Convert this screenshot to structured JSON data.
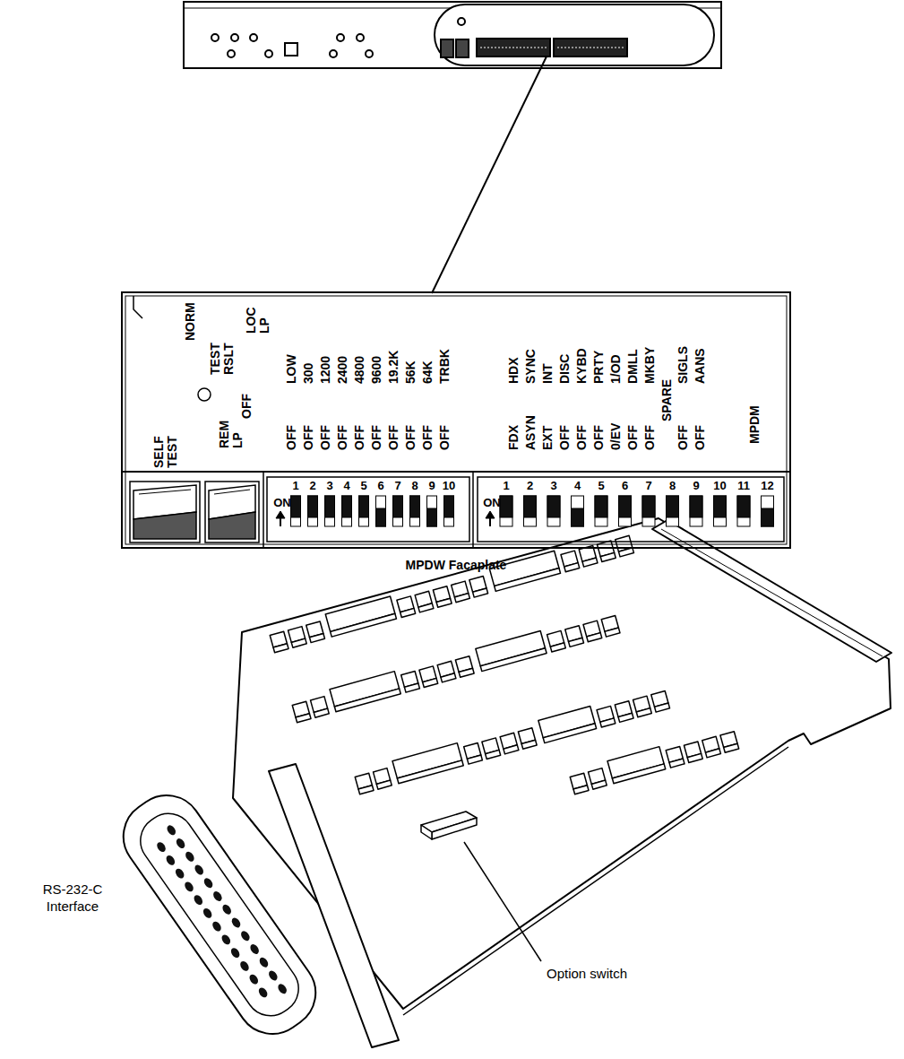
{
  "diagram": {
    "nodes": [
      {
        "text": [
          "NORM",
          "SELF TEST",
          "TEST RSLT",
          "REM LP",
          "OFF",
          "LOC LP",
          "LOW",
          "300",
          "1200",
          "2400",
          "4800",
          "9600",
          "19.2K",
          "56K",
          "64K",
          "TRBK",
          "OFF",
          "OFF",
          "OFF",
          "OFF",
          "OFF",
          "OFF",
          "OFF",
          "OFF",
          "OFF",
          "OFF",
          "HDX",
          "SYNC",
          "INT",
          "DISC",
          "KYBD",
          "PRTY",
          "1/OD",
          "DMLL",
          "MKBY",
          "SIGLS",
          "AANS",
          "FDX",
          "ASYN",
          "EXT",
          "OFF",
          "OFF",
          "OFF",
          "0/EV",
          "OFF",
          "OFF",
          "SPARE",
          "OFF",
          "OFF",
          "MPDM",
          "ON",
          "1",
          "2",
          "3",
          "4",
          "5",
          "6",
          "7",
          "8",
          "9",
          "10",
          "ON",
          "1",
          "2",
          "3",
          "4",
          "5",
          "6",
          "7",
          "8",
          "9",
          "10",
          "11",
          "12",
          "MPDW Facaplate"
        ]
      }
    ],
    "labels": [
      "RS-232-C Interface",
      "Option switch"
    ]
  }
}
